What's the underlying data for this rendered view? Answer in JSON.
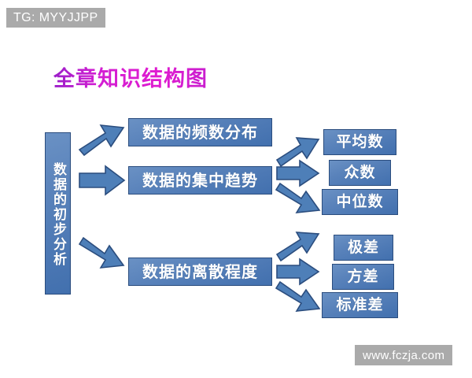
{
  "watermarks": {
    "top_left": "TG: MYYJJPP",
    "bottom_right": "www.fczja.com"
  },
  "title": {
    "text": "全章知识结构图",
    "color": "#d11fd1"
  },
  "theme": {
    "node_fill": "#4e7fb8",
    "node_border": "#2b4d7e",
    "node_text": "#ffffff",
    "arrow_fill": "#4e7fb8",
    "arrow_border": "#2b4d7e",
    "background": "#ffffff",
    "watermark_bg": "#aaaaaa"
  },
  "diagram": {
    "root": {
      "label": "数据的初步分析",
      "orientation": "vertical"
    },
    "branches": [
      {
        "label": "数据的频数分布",
        "children": []
      },
      {
        "label": "数据的集中趋势",
        "children": [
          {
            "label": "平均数"
          },
          {
            "label": "众数"
          },
          {
            "label": "中位数"
          }
        ]
      },
      {
        "label": "数据的离散程度",
        "children": [
          {
            "label": "极差"
          },
          {
            "label": "方差"
          },
          {
            "label": "标准差"
          }
        ]
      }
    ],
    "connectors": [
      {
        "name": "root-to-frequency",
        "direction": "up-right"
      },
      {
        "name": "root-to-central",
        "direction": "right"
      },
      {
        "name": "root-to-spread",
        "direction": "down-right"
      },
      {
        "name": "central-to-mean",
        "direction": "up-right"
      },
      {
        "name": "central-to-mode",
        "direction": "right"
      },
      {
        "name": "central-to-median",
        "direction": "down-right"
      },
      {
        "name": "spread-to-range",
        "direction": "up-right"
      },
      {
        "name": "spread-to-variance",
        "direction": "right"
      },
      {
        "name": "spread-to-stddev",
        "direction": "down-right"
      }
    ]
  }
}
